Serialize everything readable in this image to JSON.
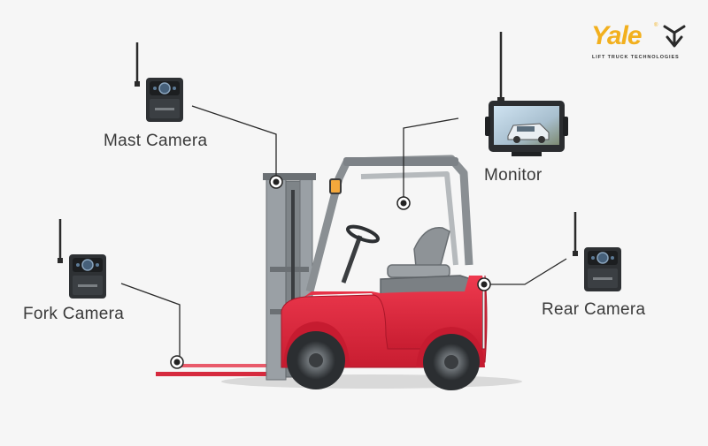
{
  "labels": {
    "mast_camera": "Mast Camera",
    "monitor": "Monitor",
    "fork_camera": "Fork Camera",
    "rear_camera": "Rear Camera"
  },
  "brand": {
    "name": "Yale",
    "registered": "®",
    "tagline": "LIFT TRUCK TECHNOLOGIES",
    "color": "#f2b01e"
  },
  "colors": {
    "body_red": "#e0243a",
    "body_dark_red": "#b8192c",
    "frame_gray": "#8a8f93",
    "camera_body": "#2e3134",
    "background": "#f6f6f6"
  },
  "icons": [
    "camera-icon",
    "monitor-icon",
    "connection-point-icon",
    "brand-mark-icon"
  ]
}
